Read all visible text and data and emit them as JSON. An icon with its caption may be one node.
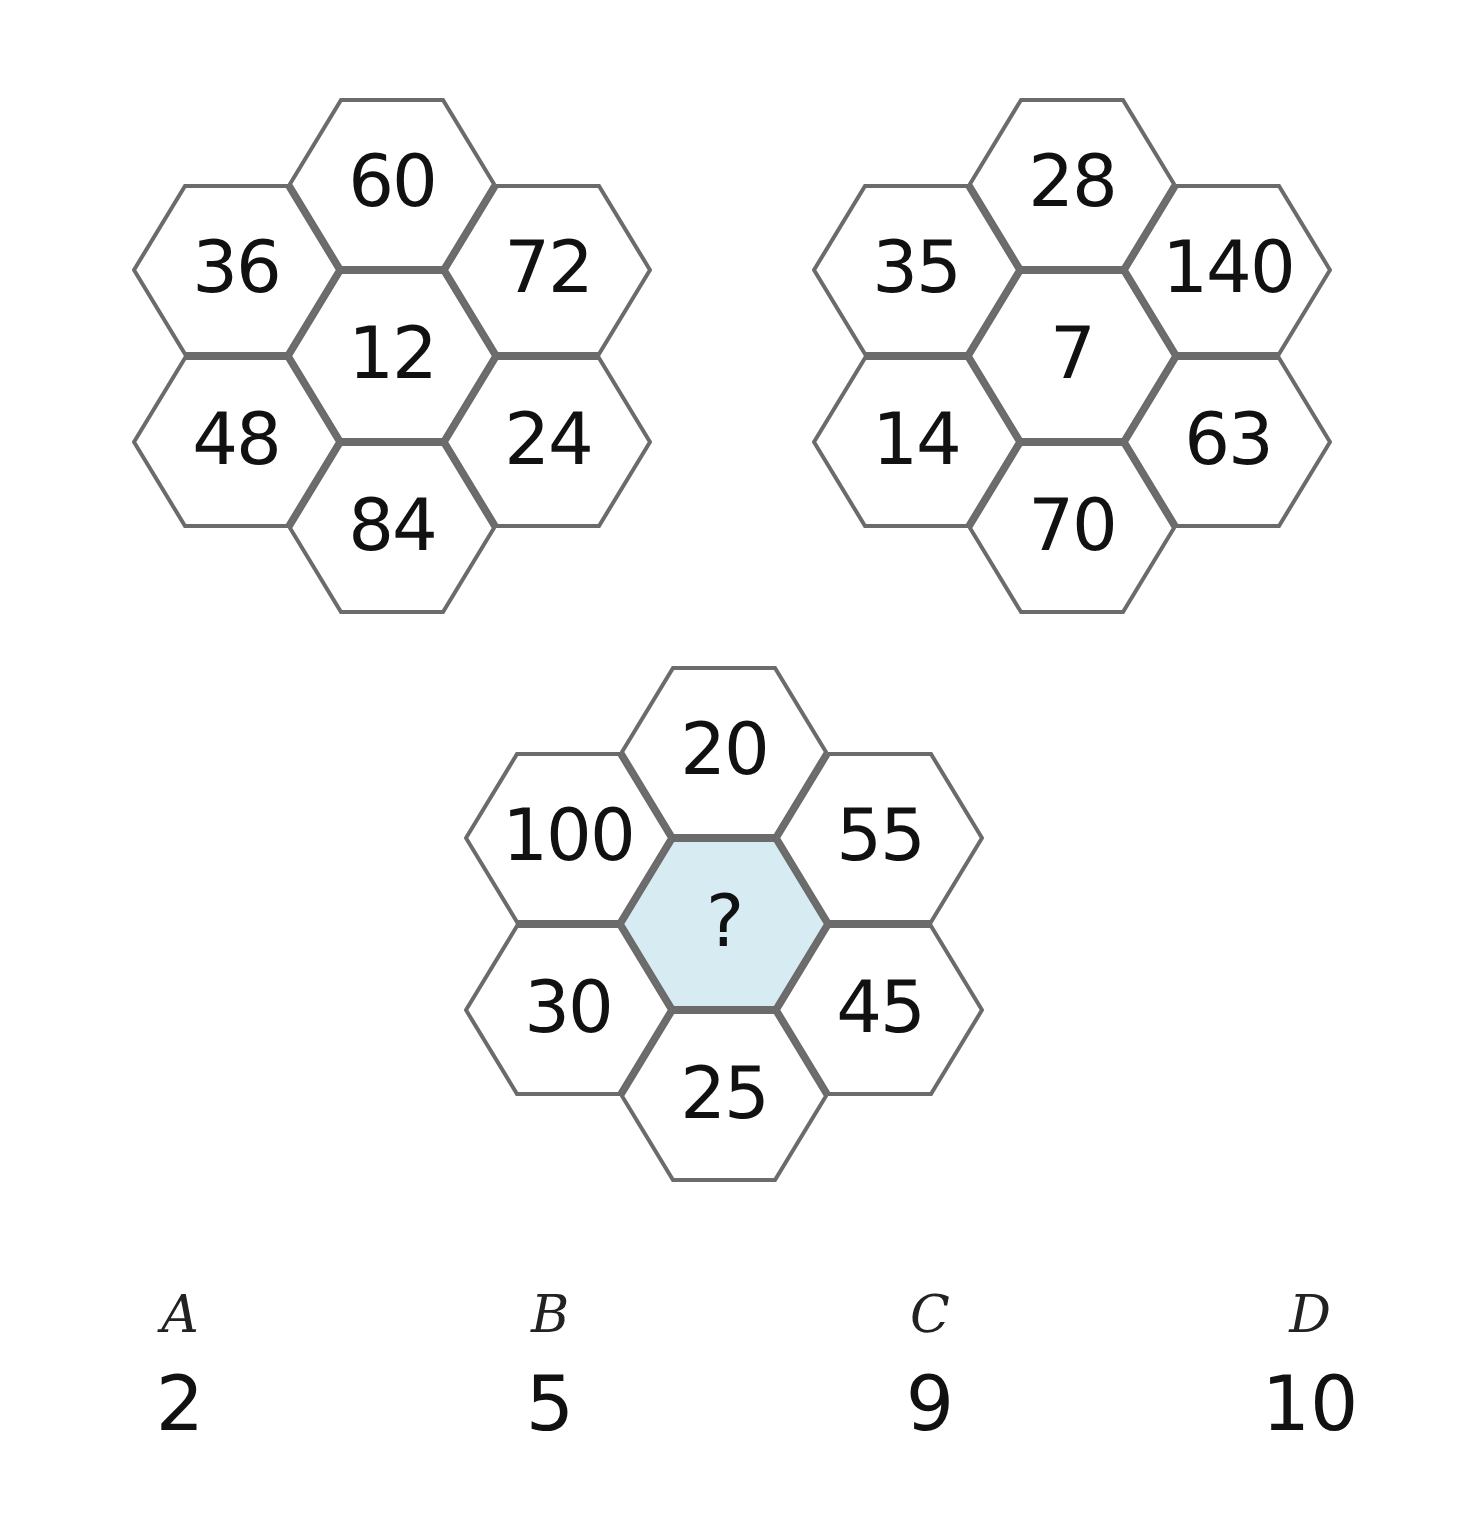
{
  "diagram": {
    "nodes": [
      {
        "text": [
          "60"
        ]
      },
      {
        "text": [
          "36"
        ]
      },
      {
        "text": [
          "72"
        ]
      },
      {
        "text": [
          "12"
        ]
      },
      {
        "text": [
          "48"
        ]
      },
      {
        "text": [
          "24"
        ]
      },
      {
        "text": [
          "84"
        ]
      },
      {
        "text": [
          "28"
        ]
      },
      {
        "text": [
          "35"
        ]
      },
      {
        "text": [
          "140"
        ]
      },
      {
        "text": [
          "7"
        ]
      },
      {
        "text": [
          "14"
        ]
      },
      {
        "text": [
          "63"
        ]
      },
      {
        "text": [
          "70"
        ]
      },
      {
        "text": [
          "20"
        ]
      },
      {
        "text": [
          "100"
        ]
      },
      {
        "text": [
          "55"
        ]
      },
      {
        "text": [
          "?"
        ]
      },
      {
        "text": [
          "30"
        ]
      },
      {
        "text": [
          "45"
        ]
      },
      {
        "text": [
          "25"
        ]
      }
    ],
    "labels": [
      "A",
      "B",
      "C",
      "D",
      "2",
      "5",
      "9",
      "10"
    ]
  }
}
